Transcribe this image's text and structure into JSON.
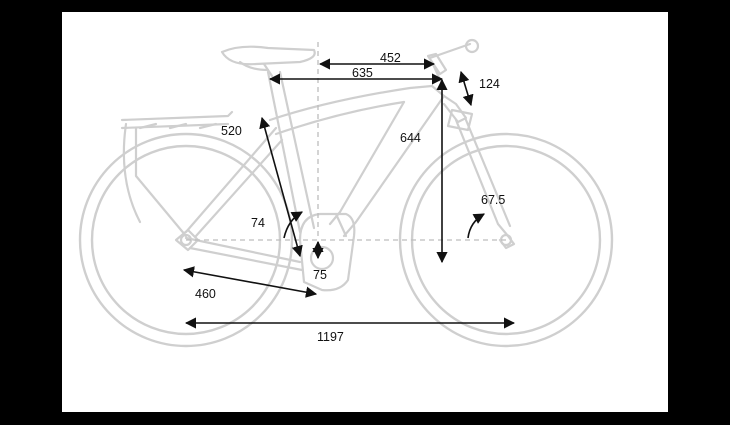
{
  "background_color": "#000000",
  "panel_color": "#ffffff",
  "frame_color": "#cfcfcf",
  "dimension_color": "#111111",
  "geometry": {
    "stack": "644",
    "reach": "452",
    "top_tube": "635",
    "head_tube": "124",
    "seat_tube": "520",
    "seat_angle": "74",
    "head_angle": "67.5",
    "bb_drop": "75",
    "chainstay": "460",
    "wheelbase": "1197"
  }
}
